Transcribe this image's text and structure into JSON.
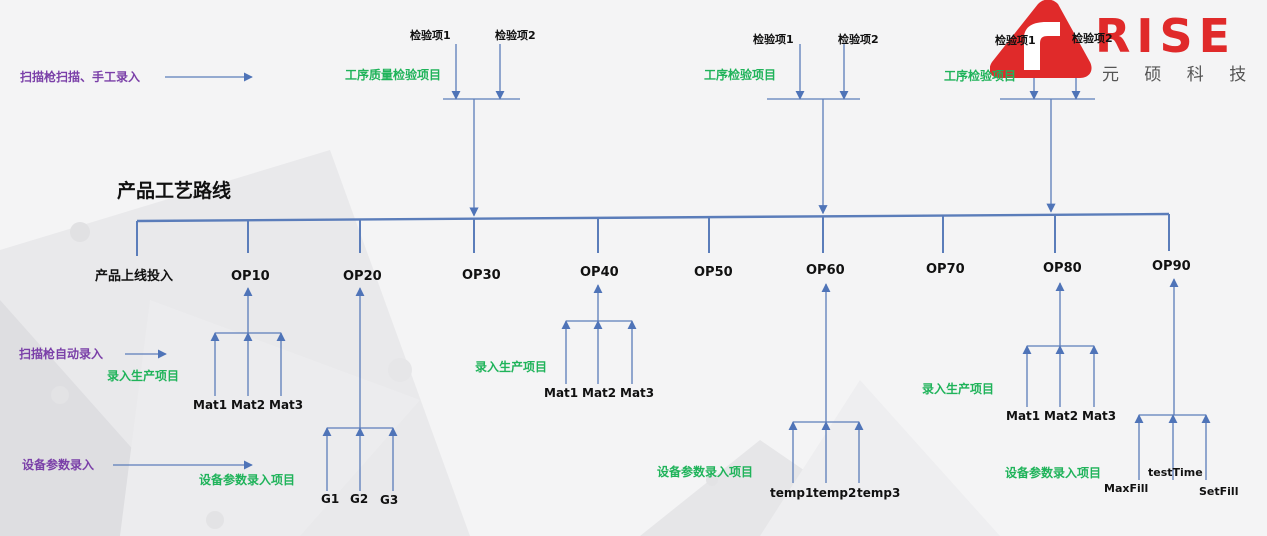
{
  "title": "产品工艺路线",
  "colors": {
    "line": "#5b7dba",
    "input_label": "#7a3fa8",
    "item_label": "#1fb35a",
    "text": "#111111",
    "logo_red": "#e02a2a"
  },
  "logo": {
    "text": "RISE",
    "subtitle": "元 硕 科 技"
  },
  "input_methods": {
    "scan_manual": "扫描枪扫描、手工录入",
    "scan_auto": "扫描枪自动录入",
    "equipment": "设备参数录入"
  },
  "operations": [
    {
      "label": "产品上线投入"
    },
    {
      "label": "OP10"
    },
    {
      "label": "OP20"
    },
    {
      "label": "OP30"
    },
    {
      "label": "OP40"
    },
    {
      "label": "OP50"
    },
    {
      "label": "OP60"
    },
    {
      "label": "OP70"
    },
    {
      "label": "OP80"
    },
    {
      "label": "OP90"
    }
  ],
  "inspections": [
    {
      "op": "OP30",
      "group_label": "工序质量检验项目",
      "items": [
        "检验项1",
        "检验项2"
      ]
    },
    {
      "op": "OP60",
      "group_label": "工序检验项目",
      "items": [
        "检验项1",
        "检验项2"
      ]
    },
    {
      "op": "OP80",
      "group_label": "工序检验项目",
      "items": [
        "检验项1",
        "检验项2"
      ]
    }
  ],
  "production_items": [
    {
      "op": "OP10",
      "group_label": "录入生产项目",
      "items": [
        "Mat1",
        "Mat2",
        "Mat3"
      ]
    },
    {
      "op": "OP40",
      "group_label": "录入生产项目",
      "items": [
        "Mat1",
        "Mat2",
        "Mat3"
      ]
    },
    {
      "op": "OP80",
      "group_label": "录入生产项目",
      "items": [
        "Mat1",
        "Mat2",
        "Mat3"
      ]
    }
  ],
  "equipment_items": [
    {
      "op": "OP20",
      "group_label": "设备参数录入项目",
      "items": [
        "G1",
        "G2",
        "G3"
      ]
    },
    {
      "op": "OP60",
      "group_label": "设备参数录入项目",
      "items": [
        "temp1",
        "temp2",
        "temp3"
      ]
    },
    {
      "op": "OP90",
      "group_label": "设备参数录入项目",
      "items": [
        "MaxFill",
        "testTime",
        "SetFill"
      ]
    }
  ]
}
